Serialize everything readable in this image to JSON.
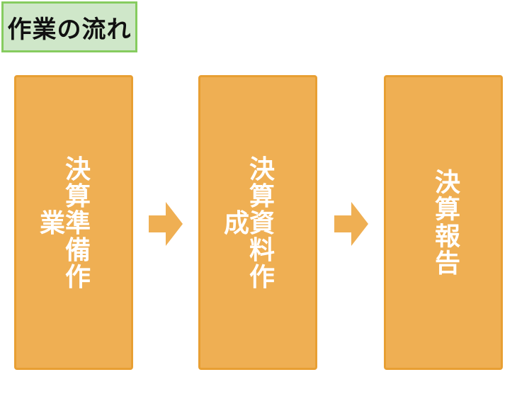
{
  "title": "作業の流れ",
  "steps": [
    {
      "label": "決算準備作業"
    },
    {
      "label": "決算資料作成"
    },
    {
      "label": "決算報告"
    }
  ],
  "icons": [
    "arrow-right-icon",
    "arrow-right-icon"
  ],
  "colors": {
    "title_background": "#cfe7c9",
    "title_border": "#86cc5f",
    "step_fill": "#efaf53",
    "step_border": "#e89f33",
    "arrow_fill": "#efaf53",
    "step_text": "#ffffff"
  }
}
